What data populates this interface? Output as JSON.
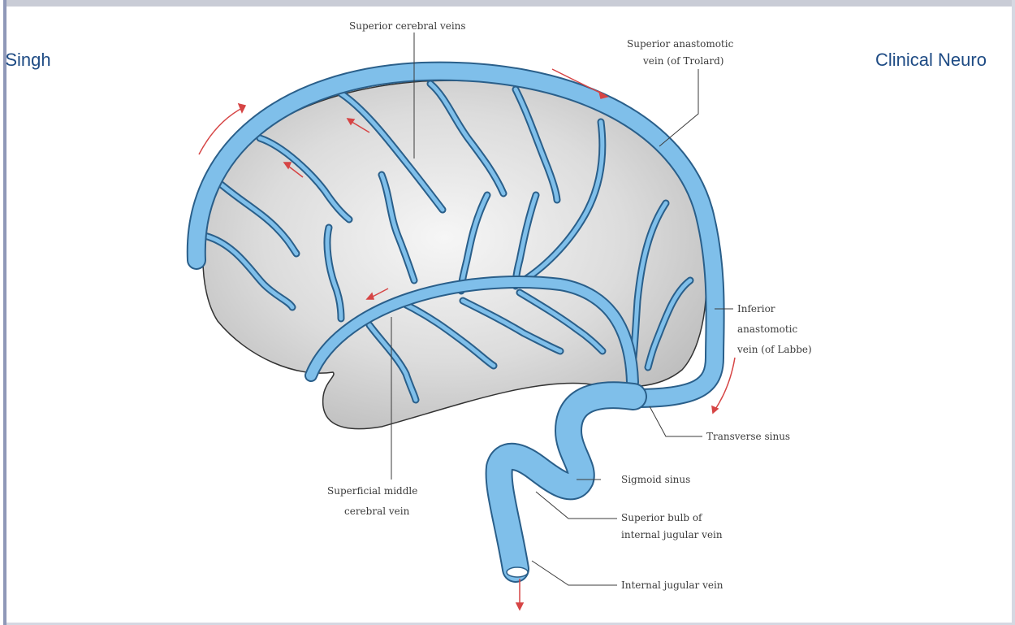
{
  "header": {
    "left_text": "n Singh",
    "right_text": "Clinical Neuro"
  },
  "labels": {
    "superior_cerebral_veins": "Superior cerebral veins",
    "superior_anastomotic_1": "Superior anastomotic",
    "superior_anastomotic_2": "vein (of Trolard)",
    "inferior_anastomotic_1": "Inferior",
    "inferior_anastomotic_2": "anastomotic",
    "inferior_anastomotic_3": "vein (of Labbe)",
    "transverse_sinus": "Transverse sinus",
    "sigmoid_sinus": "Sigmoid sinus",
    "superior_bulb_1": "Superior bulb of",
    "superior_bulb_2": "internal jugular vein",
    "internal_jugular": "Internal jugular vein",
    "superficial_middle_1": "Superficial middle",
    "superficial_middle_2": "cerebral vein"
  },
  "colors": {
    "vein": "#7fbfea",
    "vein_outline": "#2a5f8a",
    "brain_fill": "#d9d9d9",
    "arrow": "#d64545",
    "header_text": "#1e4b84"
  }
}
